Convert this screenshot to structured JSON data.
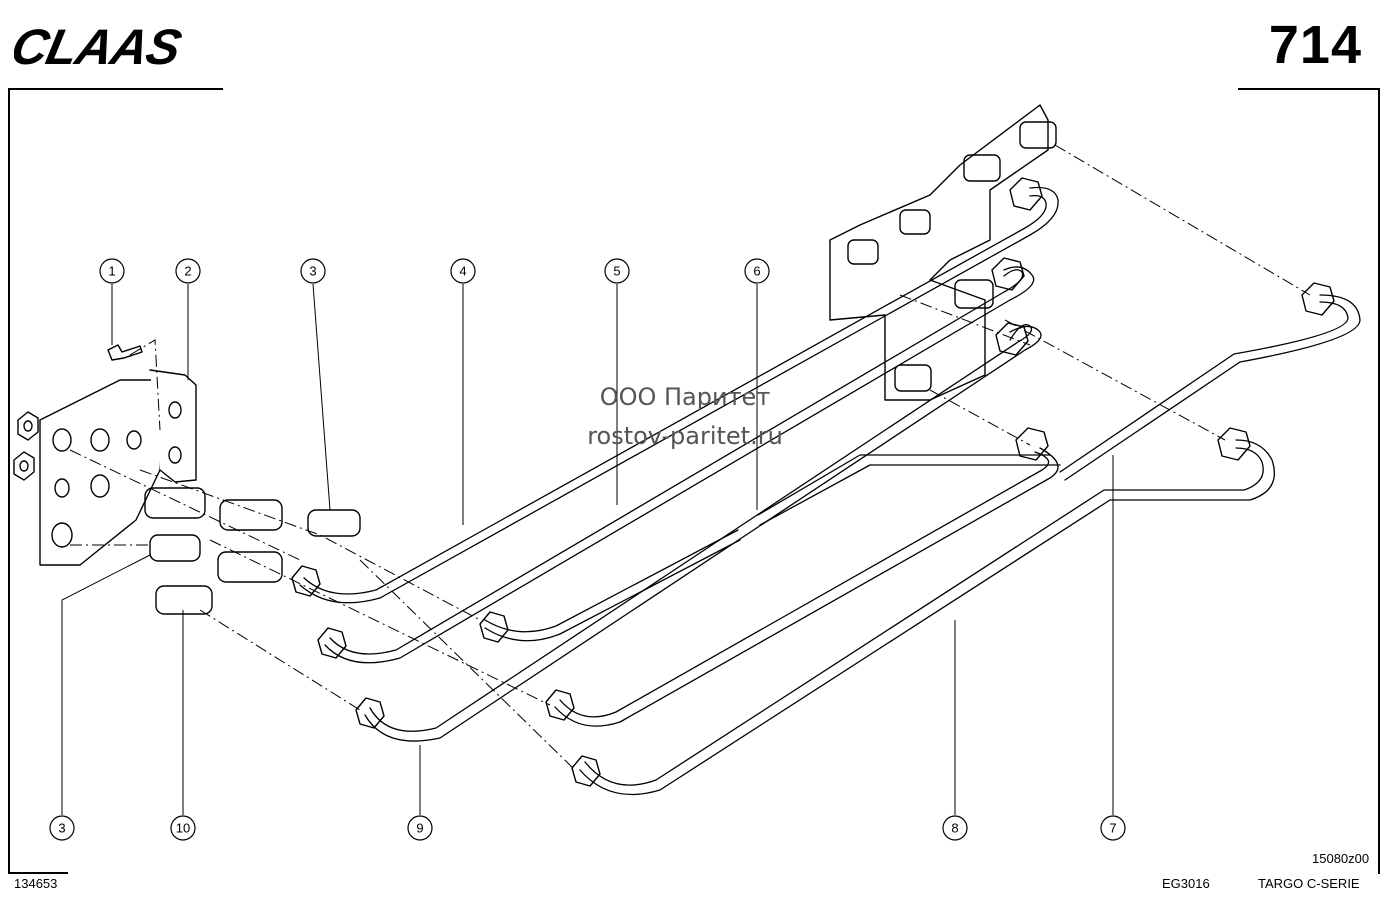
{
  "header": {
    "brand": "CLAAS",
    "page_number": "714"
  },
  "watermark": {
    "line1": "ООО Паритет",
    "line2": "rostov-paritet.ru"
  },
  "callouts": [
    {
      "id": "c1",
      "label": "1"
    },
    {
      "id": "c2",
      "label": "2"
    },
    {
      "id": "c3a",
      "label": "3"
    },
    {
      "id": "c4",
      "label": "4"
    },
    {
      "id": "c5",
      "label": "5"
    },
    {
      "id": "c6",
      "label": "6"
    },
    {
      "id": "c3b",
      "label": "3"
    },
    {
      "id": "c10",
      "label": "10"
    },
    {
      "id": "c9",
      "label": "9"
    },
    {
      "id": "c8",
      "label": "8"
    },
    {
      "id": "c7",
      "label": "7"
    }
  ],
  "footer": {
    "left_code": "134653",
    "center_code": "EG3016",
    "drawing_code": "15080z00",
    "series": "TARGO C-SERIE"
  }
}
